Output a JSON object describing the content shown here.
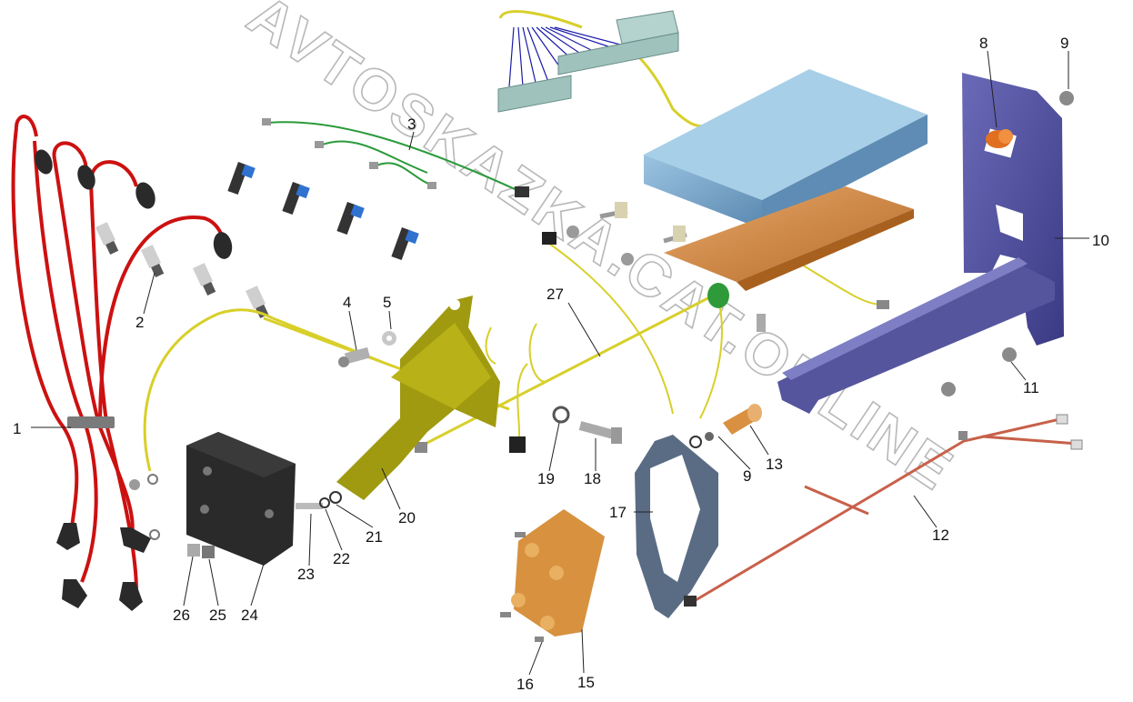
{
  "watermark": "AVTOSKAZKA.CAT.ONLINE",
  "labels": [
    "1",
    "2",
    "3",
    "4",
    "5",
    "8",
    "9",
    "9",
    "10",
    "11",
    "12",
    "13",
    "15",
    "16",
    "17",
    "18",
    "19",
    "20",
    "21",
    "22",
    "23",
    "24",
    "25",
    "26",
    "27"
  ],
  "colors": {
    "ignition_wire": "#cc1111",
    "harness_wire": "#d8cf2a",
    "sensor_wire": "#2a9a3a",
    "connector_pins": "#1a1aa8",
    "ecu_cover": "#6f9fc4",
    "ecu_bracket": "#d08a44",
    "main_bracket": "#4d4d9c",
    "coil_bracket": "#a09a10",
    "holder_bracket": "#5a6c84",
    "coil_body": "#2a2a2a",
    "distributor_cap": "#d7913f",
    "bushing": "#e07020",
    "power_cable": "#c8604a"
  }
}
